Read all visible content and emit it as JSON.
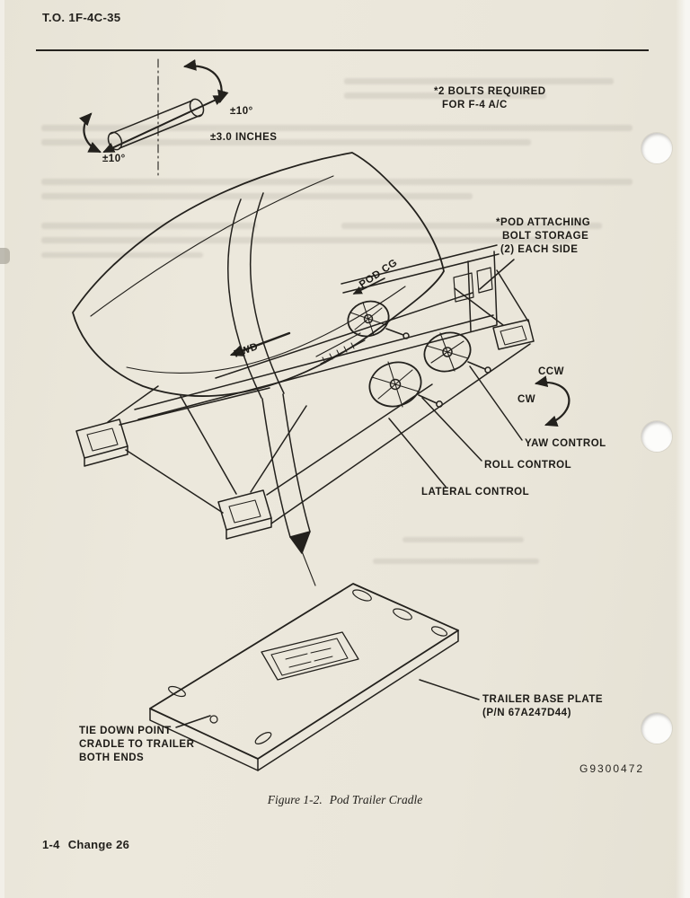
{
  "page": {
    "header": "T.O. 1F-4C-35",
    "page_number": "1-4",
    "change_notice": "Change 26",
    "caption_label": "Figure 1-2.",
    "caption_title": "Pod Trailer Cradle",
    "figure_id": "G9300472"
  },
  "colors": {
    "paper": "#eae6da",
    "ink": "#23211d"
  },
  "diagram": {
    "motion": {
      "angle_top": "±10°",
      "travel": "±3.0 INCHES",
      "angle_side": "±10°"
    },
    "notes": {
      "bolts_line1": "*2 BOLTS REQUIRED",
      "bolts_line2": "FOR F-4 A/C",
      "storage_line1": "*POD ATTACHING",
      "storage_line2": "BOLT STORAGE",
      "storage_line3": "(2) EACH SIDE"
    },
    "callouts": {
      "pod_cg": "POD CG",
      "fwd": "FWD",
      "ccw": "CCW",
      "cw": "CW",
      "yaw": "YAW CONTROL",
      "roll": "ROLL CONTROL",
      "lateral": "LATERAL CONTROL",
      "base_plate_line1": "TRAILER BASE PLATE",
      "base_plate_line2": "(P/N 67A247D44)",
      "tie_down_line1": "TIE DOWN POINT",
      "tie_down_line2": "CRADLE TO TRAILER",
      "tie_down_line3": "BOTH ENDS"
    }
  }
}
